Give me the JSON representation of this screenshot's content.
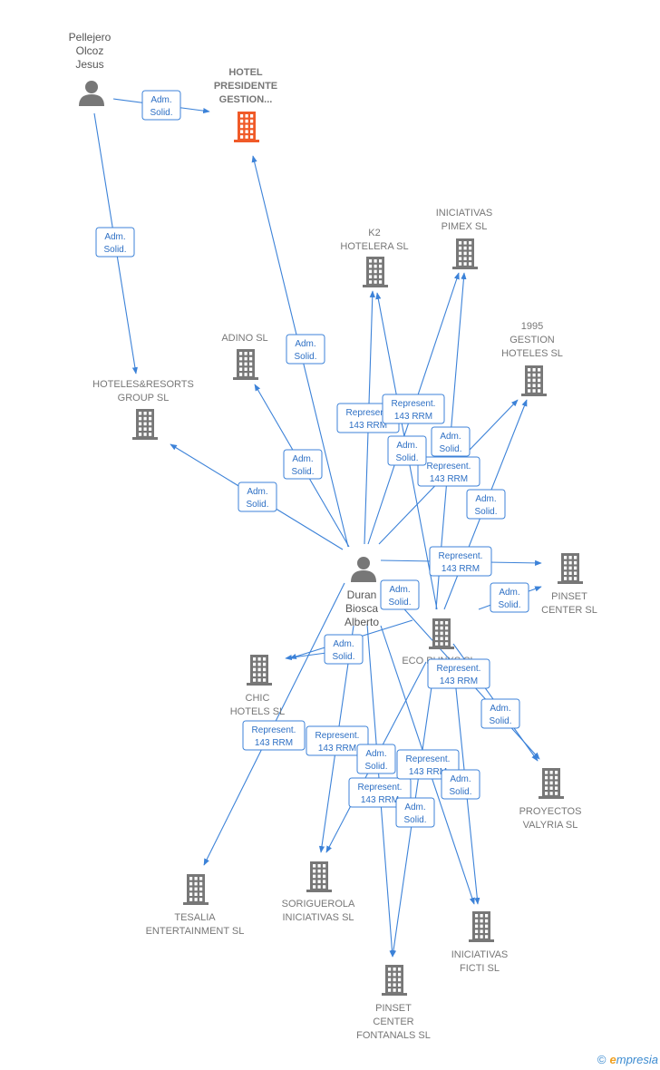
{
  "colors": {
    "edge": "#3c82d8",
    "highlight_company": "#f05a28",
    "company": "#777777",
    "person": "#777777"
  },
  "nodes": [
    {
      "id": "pellejero",
      "type": "person",
      "label": [
        "Pellejero",
        "Olcoz",
        "Jesus"
      ],
      "icon": "person-icon"
    },
    {
      "id": "hotel_presidente",
      "type": "company",
      "highlight": true,
      "label": [
        "HOTEL",
        "PRESIDENTE",
        "GESTION..."
      ],
      "icon": "building-icon"
    },
    {
      "id": "hoteles_resorts",
      "type": "company",
      "label": [
        "HOTELES&RESORTS",
        "GROUP SL"
      ],
      "icon": "building-icon"
    },
    {
      "id": "adino",
      "type": "company",
      "label": [
        "ADINO  SL"
      ],
      "icon": "building-icon"
    },
    {
      "id": "k2",
      "type": "company",
      "label": [
        "K2",
        "HOTELERA SL"
      ],
      "icon": "building-icon"
    },
    {
      "id": "pimex",
      "type": "company",
      "label": [
        "INICIATIVAS",
        "PIMEX SL"
      ],
      "icon": "building-icon"
    },
    {
      "id": "g1995",
      "type": "company",
      "label": [
        "1995",
        "GESTION",
        "HOTELES SL"
      ],
      "icon": "building-icon"
    },
    {
      "id": "duran",
      "type": "person",
      "label": [
        "Duran",
        "Biosca",
        "Alberto"
      ],
      "icon": "person-icon"
    },
    {
      "id": "pinset_center",
      "type": "company",
      "label": [
        "PINSET",
        "CENTER SL"
      ],
      "icon": "building-icon"
    },
    {
      "id": "eco",
      "type": "company",
      "label": [
        "ECO PUNXS SL"
      ],
      "icon": "building-icon"
    },
    {
      "id": "chic",
      "type": "company",
      "label": [
        "CHIC",
        "HOTELS SL"
      ],
      "icon": "building-icon"
    },
    {
      "id": "valyria",
      "type": "company",
      "label": [
        "PROYECTOS",
        "VALYRIA SL"
      ],
      "icon": "building-icon"
    },
    {
      "id": "tesalia",
      "type": "company",
      "label": [
        "TESALIA",
        "ENTERTAINMENT SL"
      ],
      "icon": "building-icon"
    },
    {
      "id": "soriguerola",
      "type": "company",
      "label": [
        "SORIGUEROLA",
        "INICIATIVAS  SL"
      ],
      "icon": "building-icon"
    },
    {
      "id": "ficti",
      "type": "company",
      "label": [
        "INICIATIVAS",
        "FICTI SL"
      ],
      "icon": "building-icon"
    },
    {
      "id": "fontanals",
      "type": "company",
      "label": [
        "PINSET",
        "CENTER",
        "FONTANALS SL"
      ],
      "icon": "building-icon"
    }
  ],
  "edges": [
    {
      "from": "pellejero",
      "to": "hotel_presidente",
      "label": [
        "Adm.",
        "Solid."
      ]
    },
    {
      "from": "pellejero",
      "to": "hoteles_resorts",
      "label": [
        "Adm.",
        "Solid."
      ]
    },
    {
      "from": "duran",
      "to": "hotel_presidente",
      "label": [
        "Adm.",
        "Solid."
      ]
    },
    {
      "from": "duran",
      "to": "hoteles_resorts",
      "label": [
        "Adm.",
        "Solid."
      ]
    },
    {
      "from": "duran",
      "to": "adino",
      "label": [
        "Adm.",
        "Solid."
      ]
    },
    {
      "from": "duran",
      "to": "k2",
      "label": [
        "Represent.",
        "143 RRM"
      ]
    },
    {
      "from": "duran",
      "to": "pimex",
      "label": [
        "Represent.",
        "143 RRM"
      ]
    },
    {
      "from": "duran",
      "to": "g1995",
      "label": [
        "Represent.",
        "143 RRM"
      ]
    },
    {
      "from": "duran",
      "to": "pinset_center",
      "label": [
        "Represent.",
        "143 RRM"
      ]
    },
    {
      "from": "duran",
      "to": "chic",
      "label": [
        "Adm.",
        "Solid."
      ]
    },
    {
      "from": "duran",
      "to": "tesalia",
      "label": [
        "Represent.",
        "143 RRM"
      ]
    },
    {
      "from": "duran",
      "to": "soriguerola",
      "label": [
        "Represent.",
        "143 RRM"
      ]
    },
    {
      "from": "duran",
      "to": "fontanals",
      "label": [
        "Represent.",
        "143 RRM"
      ]
    },
    {
      "from": "duran",
      "to": "ficti",
      "label": [
        "Represent.",
        "143 RRM"
      ]
    },
    {
      "from": "duran",
      "to": "valyria",
      "label": [
        "Adm.",
        "Solid."
      ]
    },
    {
      "from": "eco",
      "to": "k2",
      "label": [
        "Adm.",
        "Solid."
      ]
    },
    {
      "from": "eco",
      "to": "pimex",
      "label": [
        "Adm.",
        "Solid."
      ]
    },
    {
      "from": "eco",
      "to": "g1995",
      "label": [
        "Adm.",
        "Solid."
      ]
    },
    {
      "from": "eco",
      "to": "pinset_center",
      "label": [
        "Adm.",
        "Solid."
      ]
    },
    {
      "from": "eco",
      "to": "chic",
      "label": [
        "Adm.",
        "Solid."
      ]
    },
    {
      "from": "eco",
      "to": "valyria",
      "label": [
        "Represent.",
        "143 RRM"
      ]
    },
    {
      "from": "eco",
      "to": "soriguerola",
      "label": [
        "Adm.",
        "Solid."
      ]
    },
    {
      "from": "eco",
      "to": "fontanals",
      "label": [
        "Adm.",
        "Solid."
      ]
    },
    {
      "from": "eco",
      "to": "ficti",
      "label": [
        "Adm.",
        "Solid."
      ]
    }
  ],
  "footer": {
    "copyright": "©",
    "brand_initial": "e",
    "brand_rest": "mpresia"
  }
}
